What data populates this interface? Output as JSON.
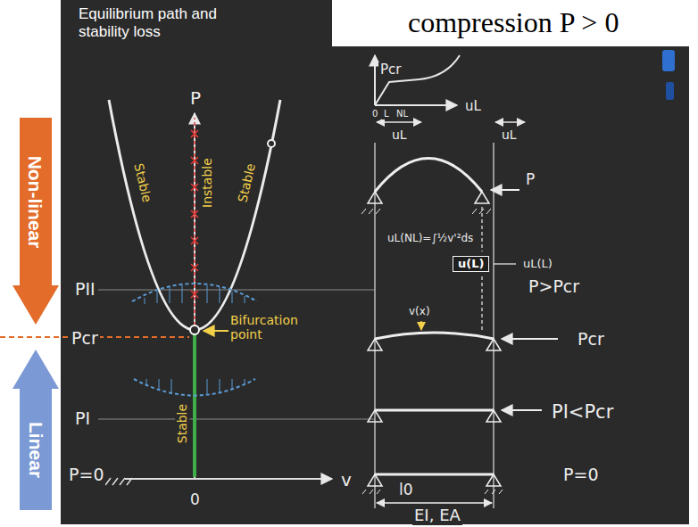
{
  "diagram": {
    "title": "Equilibrium path and stability loss",
    "nodes": [
      {
        "text": [
          "Non-linear"
        ]
      },
      {
        "text": [
          "Linear"
        ]
      },
      {
        "text": [
          "u(L)"
        ]
      }
    ],
    "labels": [
      "compression P > 0",
      "P",
      "v",
      "0",
      "P=0",
      "PI",
      "Pcr",
      "PII",
      "Stable",
      "Instable",
      "Stable",
      "Stable",
      "Bifurcation point",
      "Pcr",
      "0",
      "L",
      "NL",
      "uL",
      "uL",
      "uL",
      "P",
      "uL(NL)=∫½v'²ds",
      "uL(L)",
      "P>Pcr",
      "v(x)",
      "Pcr",
      "PI<Pcr",
      "P=0",
      "l0",
      "EI, EA"
    ]
  }
}
